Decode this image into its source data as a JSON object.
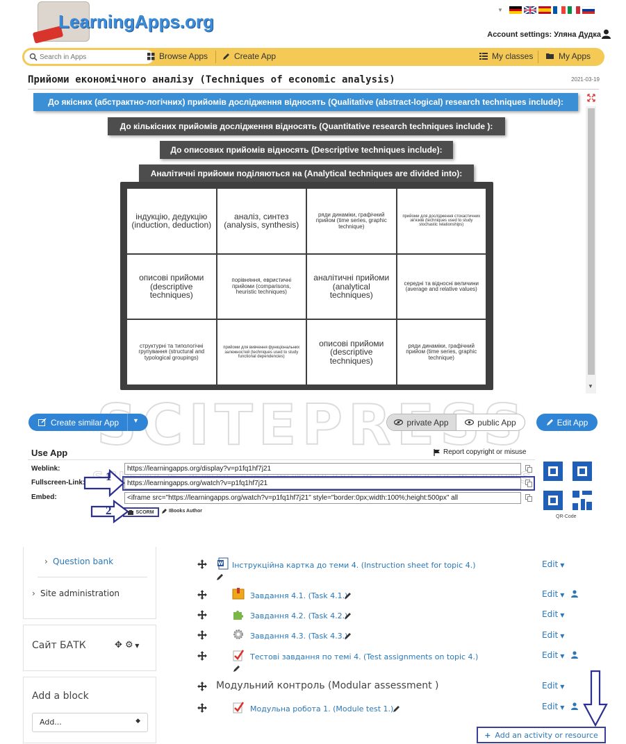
{
  "header": {
    "logo_text": "LearningApps.org",
    "account_label": "Account settings: Уляна Дудка",
    "flags": [
      "de",
      "en",
      "es",
      "fr",
      "it",
      "ru"
    ]
  },
  "nav": {
    "search_placeholder": "Search in Apps",
    "browse": "Browse Apps",
    "create": "Create App",
    "my_classes": "My classes",
    "my_apps": "My Apps"
  },
  "app": {
    "title": "Прийоми економічного аналізу (Techniques of economic analysis)",
    "date": "2021-03-19",
    "categories": [
      "До якісних (абстрактно-логічних) прийомів дослідження відносять (Qualitative (abstract-logical) research techniques include):",
      "До кількісних прийомів дослідження відносять (Quantitative research techniques include ):",
      "До описових прийомів відносять (Descriptive techniques include):",
      "Аналітичні прийоми поділяються на (Analytical techniques are divided into):"
    ],
    "pieces": [
      "індукцію, дедукцію (induction, deduction)",
      "аналіз, синтез (analysis, synthesis)",
      "ряди динаміки, графічний прийом (time series, graphic technique)",
      "прийоми для дослідження стохастичних зв'язків (techniques used to study stochastic relationships)",
      "описові прийоми (descriptive techniques)",
      "порівняння, евристичні прийоми (comparisons, heuristic techniques)",
      "аналітичні прийоми (analytical techniques)",
      "середні та відносні величини (average and relative values)",
      "структурні та типологічні групування (structural and typological groupings)",
      "прийоми для вивчення функціональних залежностей (techniques used to study functional dependencies)",
      "описові прийоми (descriptive techniques)",
      "ряди динаміки, графічний прийом (time series, graphic technique)"
    ]
  },
  "actions": {
    "create_similar": "Create similar App",
    "private": "private App",
    "public": "public App",
    "edit": "Edit App"
  },
  "use_app": {
    "title": "Use App",
    "report": "Report copyright or misuse",
    "weblink_label": "Weblink:",
    "weblink": "https://learningapps.org/display?v=p1fq1hf7j21",
    "fullscreen_label": "Fullscreen-Link:",
    "fullscreen": "https://learningapps.org/watch?v=p1fq1hf7j21",
    "embed_label": "Embed:",
    "embed": "<iframe src=\"https://learningapps.org/watch?v=p1fq1hf7j21\" style=\"border:0px;width:100%;height:500px\" all",
    "scorm": "SCORM",
    "ibooks": "IBooks Author",
    "qr_label": "QR-Code",
    "annotation_1": "1",
    "annotation_2": "2"
  },
  "moodle": {
    "question_bank": "Question bank",
    "site_admin": "Site administration",
    "block_batk": "Сайт БАТК",
    "add_block": "Add a block",
    "add_select": "Add...",
    "section": "Модульний контроль (Modular assessment )",
    "activities": [
      "Інструкційна картка до теми 4. (Instruction sheet for topic 4.)",
      "Завдання 4.1. (Task 4.1.)",
      "Завдання 4.2. (Task 4.2.)",
      "Завдання 4.3. (Task 4.3.)",
      "Тестові завдання по темі 4. (Test assignments on topic 4.)",
      "Модульна робота 1. (Module test 1.)"
    ],
    "edit_label": "Edit",
    "add_activity": "Add an activity or resource"
  },
  "colors": {
    "accent_blue": "#3b8fd4",
    "nav_yellow": "#f4c955",
    "annotation_navy": "#3b3f9c",
    "link_blue": "#2a78b9"
  }
}
